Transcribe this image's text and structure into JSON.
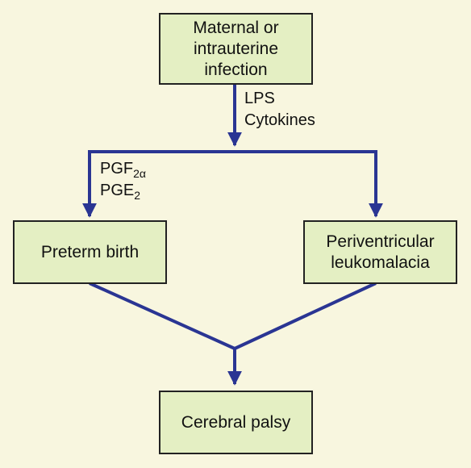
{
  "nodes": {
    "infection": {
      "text": "Maternal or\nintrauterine\ninfection"
    },
    "preterm": {
      "text": "Preterm birth"
    },
    "pvl": {
      "text": "Periventricular\nleukomalacia"
    },
    "cp": {
      "text": "Cerebral palsy"
    }
  },
  "edge_labels": {
    "lps": "LPS",
    "cytokines": "Cytokines",
    "pgf_base": "PGF",
    "pgf_sub": "2α",
    "pge_base": "PGE",
    "pge_sub": "2"
  },
  "colors": {
    "arrow": "#2a3593",
    "box_fill": "#e4efc3",
    "box_border": "#222222",
    "background": "#f8f6df"
  }
}
